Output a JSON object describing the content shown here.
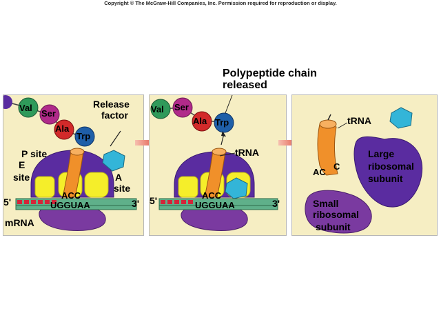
{
  "copyright": "Copyright © The McGraw-Hill Companies, Inc. Permission required for reproduction or display.",
  "title_line1": "Polypeptide chain",
  "title_line2": "released",
  "panel1": {
    "amino_acids": [
      "Val",
      "Ser",
      "Ala",
      "Trp"
    ],
    "release_factor_line1": "Release",
    "release_factor_line2": "factor",
    "p_site": "P site",
    "e_site_line1": "E",
    "e_site_line2": "site",
    "a_site_line1": "A",
    "a_site_line2": "site",
    "anticodon": "ACC",
    "codons": "UGGUAA",
    "five_prime": "5'",
    "three_prime": "3'",
    "mrna": "mRNA"
  },
  "panel2": {
    "amino_acids": [
      "Val",
      "Ser",
      "Ala",
      "Trp"
    ],
    "trna": "tRNA",
    "anticodon": "ACC",
    "codons": "UGGUAA",
    "five_prime": "5'",
    "three_prime": "3'"
  },
  "panel3": {
    "trna": "tRNA",
    "anticodon_left": "AC",
    "anticodon_right": "C",
    "large_line1": "Large",
    "large_line2": "ribosomal",
    "large_line3": "subunit",
    "small_line1": "Small",
    "small_line2": "ribosomal",
    "small_line3": "subunit"
  },
  "colors": {
    "panel_bg": "#f6eec3",
    "ribosome_purple": "#5a2ca0",
    "small_subunit_purple": "#7a3aa0",
    "trna_orange": "#f0902a",
    "site_yellow": "#f5ee2a",
    "release_factor_cyan": "#33b5d8",
    "mrna_green": "#5fb08a",
    "mrna_codon_red": "#d3263a",
    "val_green": "#2f9a5a",
    "ser_magenta": "#b02a8a",
    "ala_red": "#d22a2a",
    "trp_blue": "#1f5fa8",
    "arrow_red": "#d8261c"
  }
}
